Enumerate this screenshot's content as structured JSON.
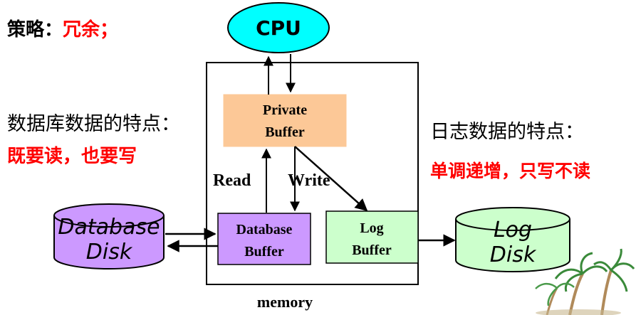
{
  "strategy": {
    "prefix": "策略：",
    "value": "冗余；"
  },
  "db_features": {
    "label": "数据库数据的特点：",
    "value": "既要读，也要写"
  },
  "log_features": {
    "label": "日志数据的特点：",
    "value": "单调递增，只写不读"
  },
  "diagram": {
    "cpu": "CPU",
    "private_buffer": [
      "Private",
      "Buffer"
    ],
    "read": "Read",
    "write": "Write",
    "database_buffer": [
      "Database",
      "Buffer"
    ],
    "log_buffer": [
      "Log",
      "Buffer"
    ],
    "memory": "memory",
    "database_disk": [
      "Database",
      "Disk"
    ],
    "log_disk": [
      "Log",
      "Disk"
    ]
  },
  "colors": {
    "text_black": "#000000",
    "text_red": "#ff0000",
    "cpu_fill": "#00ffff",
    "private_buffer_fill": "#fcc897",
    "database_buffer_fill": "#cc99ff",
    "log_buffer_fill": "#ccffcc",
    "database_disk_fill": "#cc99ff",
    "log_disk_fill": "#ccffcc"
  }
}
